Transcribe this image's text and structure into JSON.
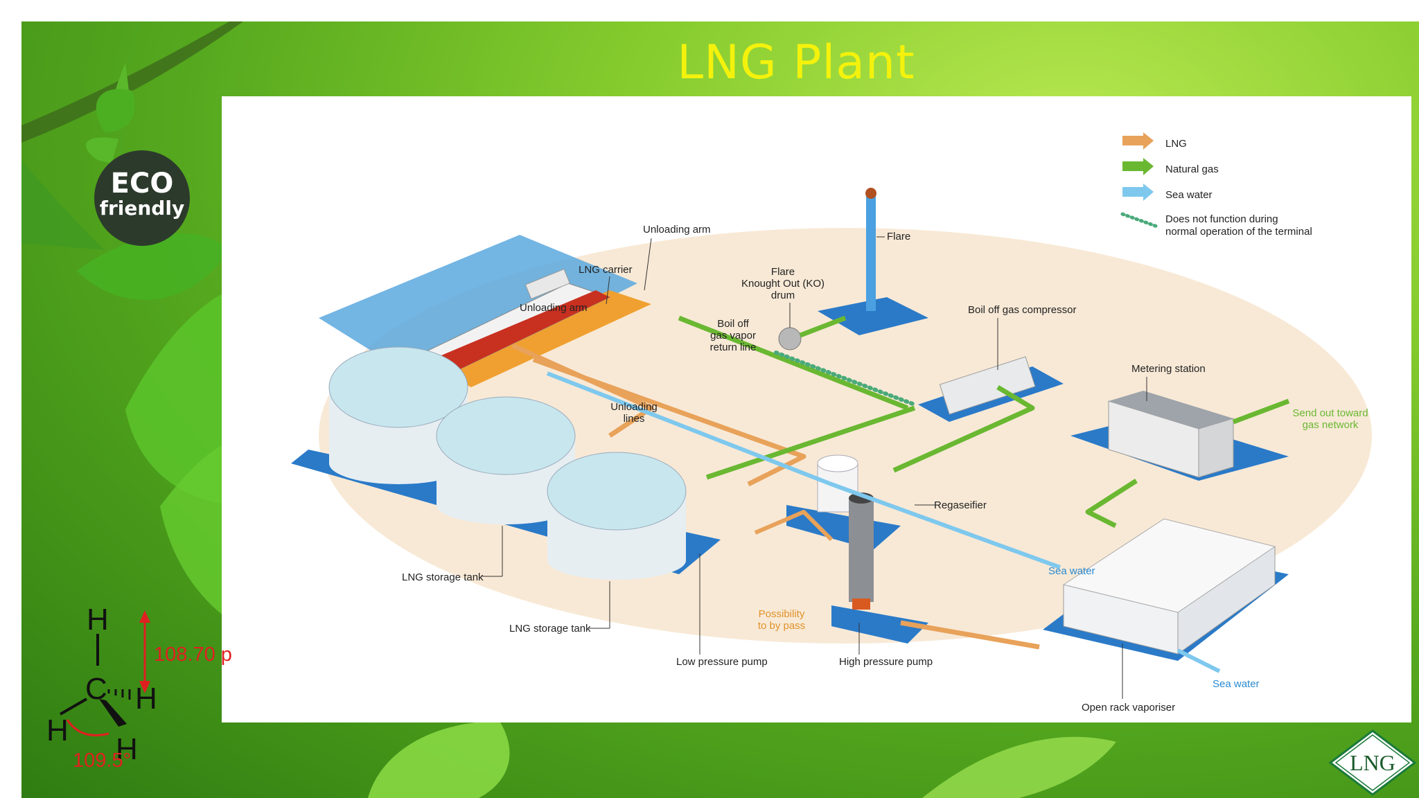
{
  "slide": {
    "title": "LNG Plant",
    "eco_badge": {
      "line1": "ECO",
      "line2": "friendly"
    },
    "logo_text": "LNG"
  },
  "legend": [
    {
      "label": "LNG",
      "color": "#e8a25a"
    },
    {
      "label": "Natural gas",
      "color": "#6ab832"
    },
    {
      "label": "Sea water",
      "color": "#7ec8ee"
    },
    {
      "label_line1": "Does not function during",
      "label_line2": "normal operation of the terminal",
      "color": "#4aaa7a"
    }
  ],
  "diagram_labels": {
    "unloading_arm_top": "Unloading arm",
    "lng_carrier": "LNG carrier",
    "unloading_arm_left": "Unloading arm",
    "flare": "Flare",
    "flare_ko_drum": [
      "Flare",
      "Knought Out (KO)",
      "drum"
    ],
    "boil_off_return": [
      "Boil off",
      "gas vapor",
      "return line"
    ],
    "boil_off_compressor": "Boil off gas compressor",
    "metering_station": "Metering station",
    "send_out": [
      "Send out toward",
      "gas network"
    ],
    "unloading_lines": [
      "Unloading",
      "lines"
    ],
    "regasifier": "Regaseifier",
    "sea_water_1": "Sea water",
    "sea_water_2": "Sea water",
    "lng_storage_tank_1": "LNG storage tank",
    "lng_storage_tank_2": "LNG storage tank",
    "bypass": [
      "Possibility",
      "to by pass"
    ],
    "low_pressure_pump": "Low pressure pump",
    "high_pressure_pump": "High pressure pump",
    "open_rack_vaporiser": "Open rack vaporiser"
  },
  "methane": {
    "atom_c": "C",
    "atom_h": "H",
    "bond_length": "108.70 p",
    "bond_angle": "109.5°"
  },
  "colors": {
    "lng": "#e8a25a",
    "natural_gas": "#6ab832",
    "sea_water": "#7ec8ee",
    "platform": "#2a7ac8",
    "title": "#f4f20c"
  }
}
